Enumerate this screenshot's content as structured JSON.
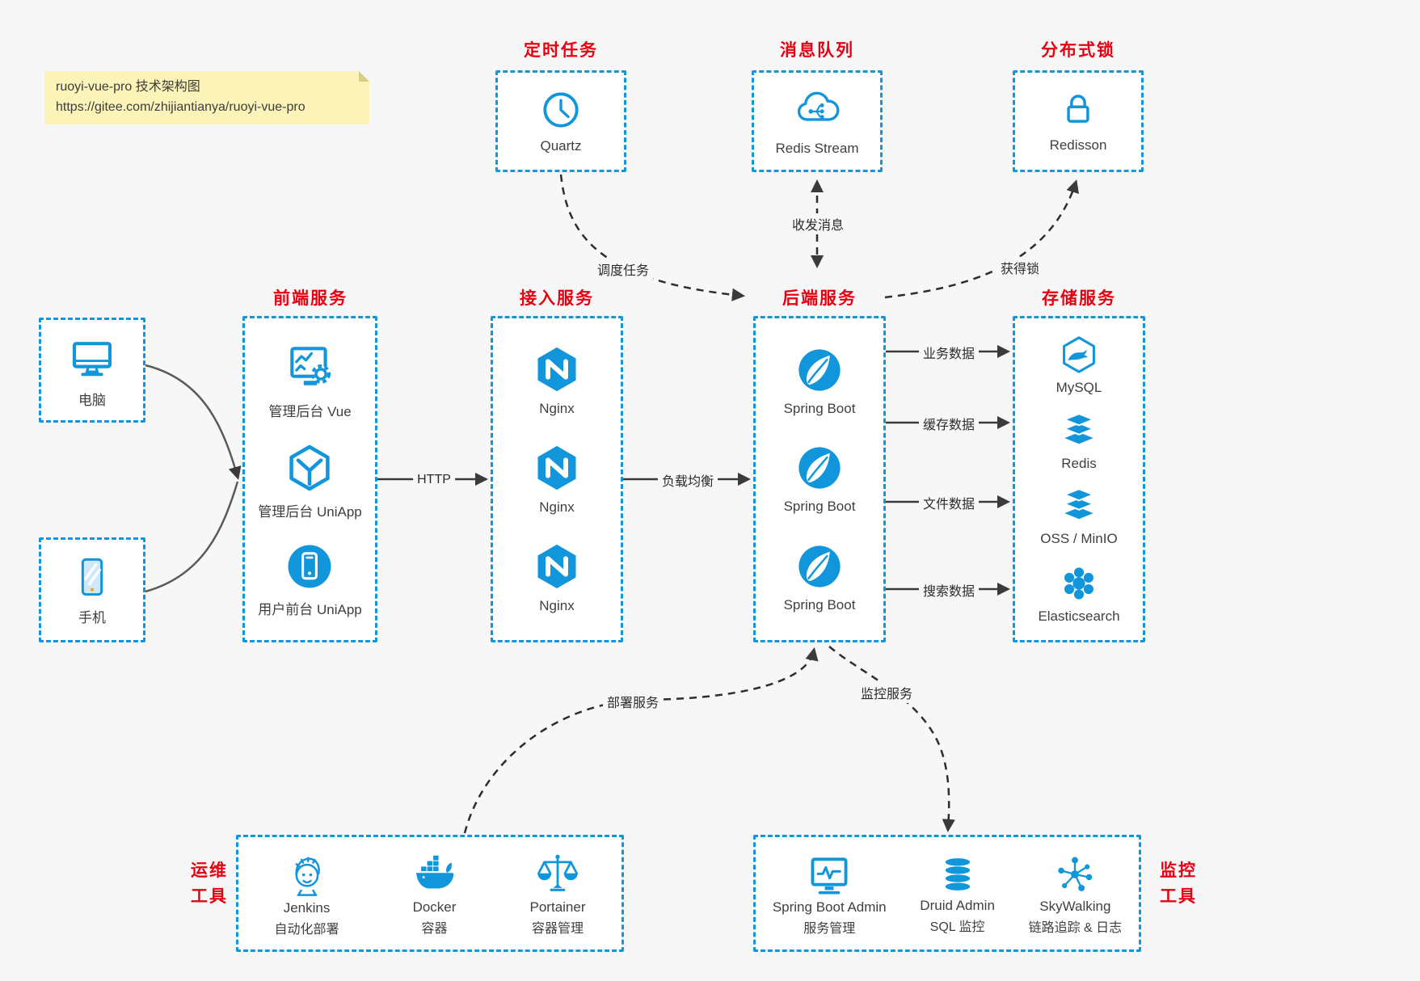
{
  "note": {
    "line1": "ruoyi-vue-pro 技术架构图",
    "line2": "https://gitee.com/zhijiantianya/ruoyi-vue-pro"
  },
  "top_groups": [
    {
      "title": "定时任务",
      "item": {
        "icon": "clock-icon",
        "label": "Quartz"
      }
    },
    {
      "title": "消息队列",
      "item": {
        "icon": "cloud-network-icon",
        "label": "Redis Stream"
      }
    },
    {
      "title": "分布式锁",
      "item": {
        "icon": "lock-icon",
        "label": "Redisson"
      }
    }
  ],
  "clients": [
    {
      "icon": "desktop-icon",
      "label": "电脑"
    },
    {
      "icon": "smartphone-icon",
      "label": "手机"
    }
  ],
  "service_groups": [
    {
      "title": "前端服务",
      "items": [
        {
          "icon": "admin-vue-icon",
          "label": "管理后台 Vue"
        },
        {
          "icon": "cube-icon",
          "label": "管理后台 UniApp"
        },
        {
          "icon": "mobile-app-icon",
          "label": "用户前台 UniApp"
        }
      ]
    },
    {
      "title": "接入服务",
      "items": [
        {
          "icon": "nginx-icon",
          "label": "Nginx"
        },
        {
          "icon": "nginx-icon",
          "label": "Nginx"
        },
        {
          "icon": "nginx-icon",
          "label": "Nginx"
        }
      ]
    },
    {
      "title": "后端服务",
      "items": [
        {
          "icon": "spring-boot-icon",
          "label": "Spring Boot"
        },
        {
          "icon": "spring-boot-icon",
          "label": "Spring Boot"
        },
        {
          "icon": "spring-boot-icon",
          "label": "Spring Boot"
        }
      ]
    },
    {
      "title": "存储服务",
      "items": [
        {
          "icon": "mysql-icon",
          "label": "MySQL"
        },
        {
          "icon": "redis-icon",
          "label": "Redis"
        },
        {
          "icon": "oss-icon",
          "label": "OSS / MinIO"
        },
        {
          "icon": "elasticsearch-icon",
          "label": "Elasticsearch"
        }
      ]
    }
  ],
  "tool_groups": [
    {
      "title": "运维\n工具",
      "items": [
        {
          "icon": "jenkins-icon",
          "name": "Jenkins",
          "desc": "自动化部署"
        },
        {
          "icon": "docker-icon",
          "name": "Docker",
          "desc": "容器"
        },
        {
          "icon": "portainer-icon",
          "name": "Portainer",
          "desc": "容器管理"
        }
      ]
    },
    {
      "title": "监控\n工具",
      "items": [
        {
          "icon": "spring-boot-admin-icon",
          "name": "Spring Boot Admin",
          "desc": "服务管理"
        },
        {
          "icon": "druid-icon",
          "name": "Druid Admin",
          "desc": "SQL 监控"
        },
        {
          "icon": "skywalking-icon",
          "name": "SkyWalking",
          "desc": "链路追踪 & 日志"
        }
      ]
    }
  ],
  "edges": {
    "http": "HTTP",
    "load_balance": "负载均衡",
    "schedule": "调度任务",
    "messaging": "收发消息",
    "acquire_lock": "获得锁",
    "business_data": "业务数据",
    "cache_data": "缓存数据",
    "file_data": "文件数据",
    "search_data": "搜索数据",
    "deploy": "部署服务",
    "monitor": "监控服务"
  },
  "colors": {
    "accent": "#1296db",
    "heading": "#e60012",
    "arrow": "#3b3b3b",
    "note_bg": "#fbf3b8",
    "canvas_bg": "#f7f7f7"
  }
}
